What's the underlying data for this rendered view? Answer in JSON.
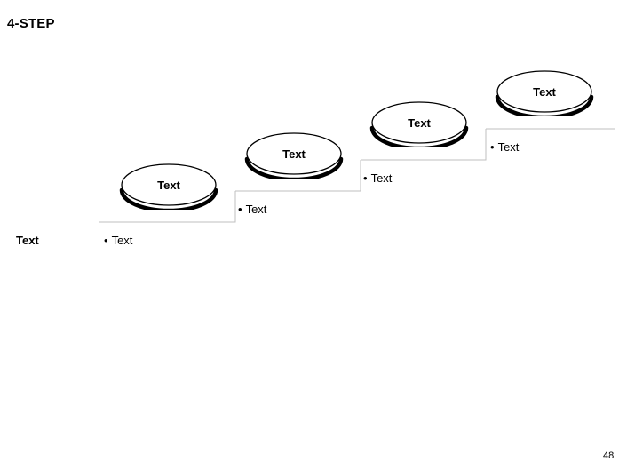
{
  "slide": {
    "title": "4-STEP",
    "page_number": "48",
    "background_color": "#ffffff",
    "text_color": "#000000"
  },
  "diagram": {
    "type": "staircase",
    "step_line_color": "#bfbfbf",
    "ellipse_stroke_color": "#000000",
    "ellipse_fill_color": "#ffffff",
    "axis_label": "Text",
    "nodes": [
      {
        "id": "step-1",
        "label": "Text"
      },
      {
        "id": "step-2",
        "label": "Text"
      },
      {
        "id": "step-3",
        "label": "Text"
      },
      {
        "id": "step-4",
        "label": "Text"
      }
    ],
    "captions": [
      {
        "id": "caption-1",
        "bullet": "•",
        "label": "Text"
      },
      {
        "id": "caption-2",
        "bullet": "•",
        "label": "Text"
      },
      {
        "id": "caption-3",
        "bullet": "•",
        "label": "Text"
      },
      {
        "id": "caption-4",
        "bullet": "•",
        "label": "Text"
      }
    ]
  }
}
